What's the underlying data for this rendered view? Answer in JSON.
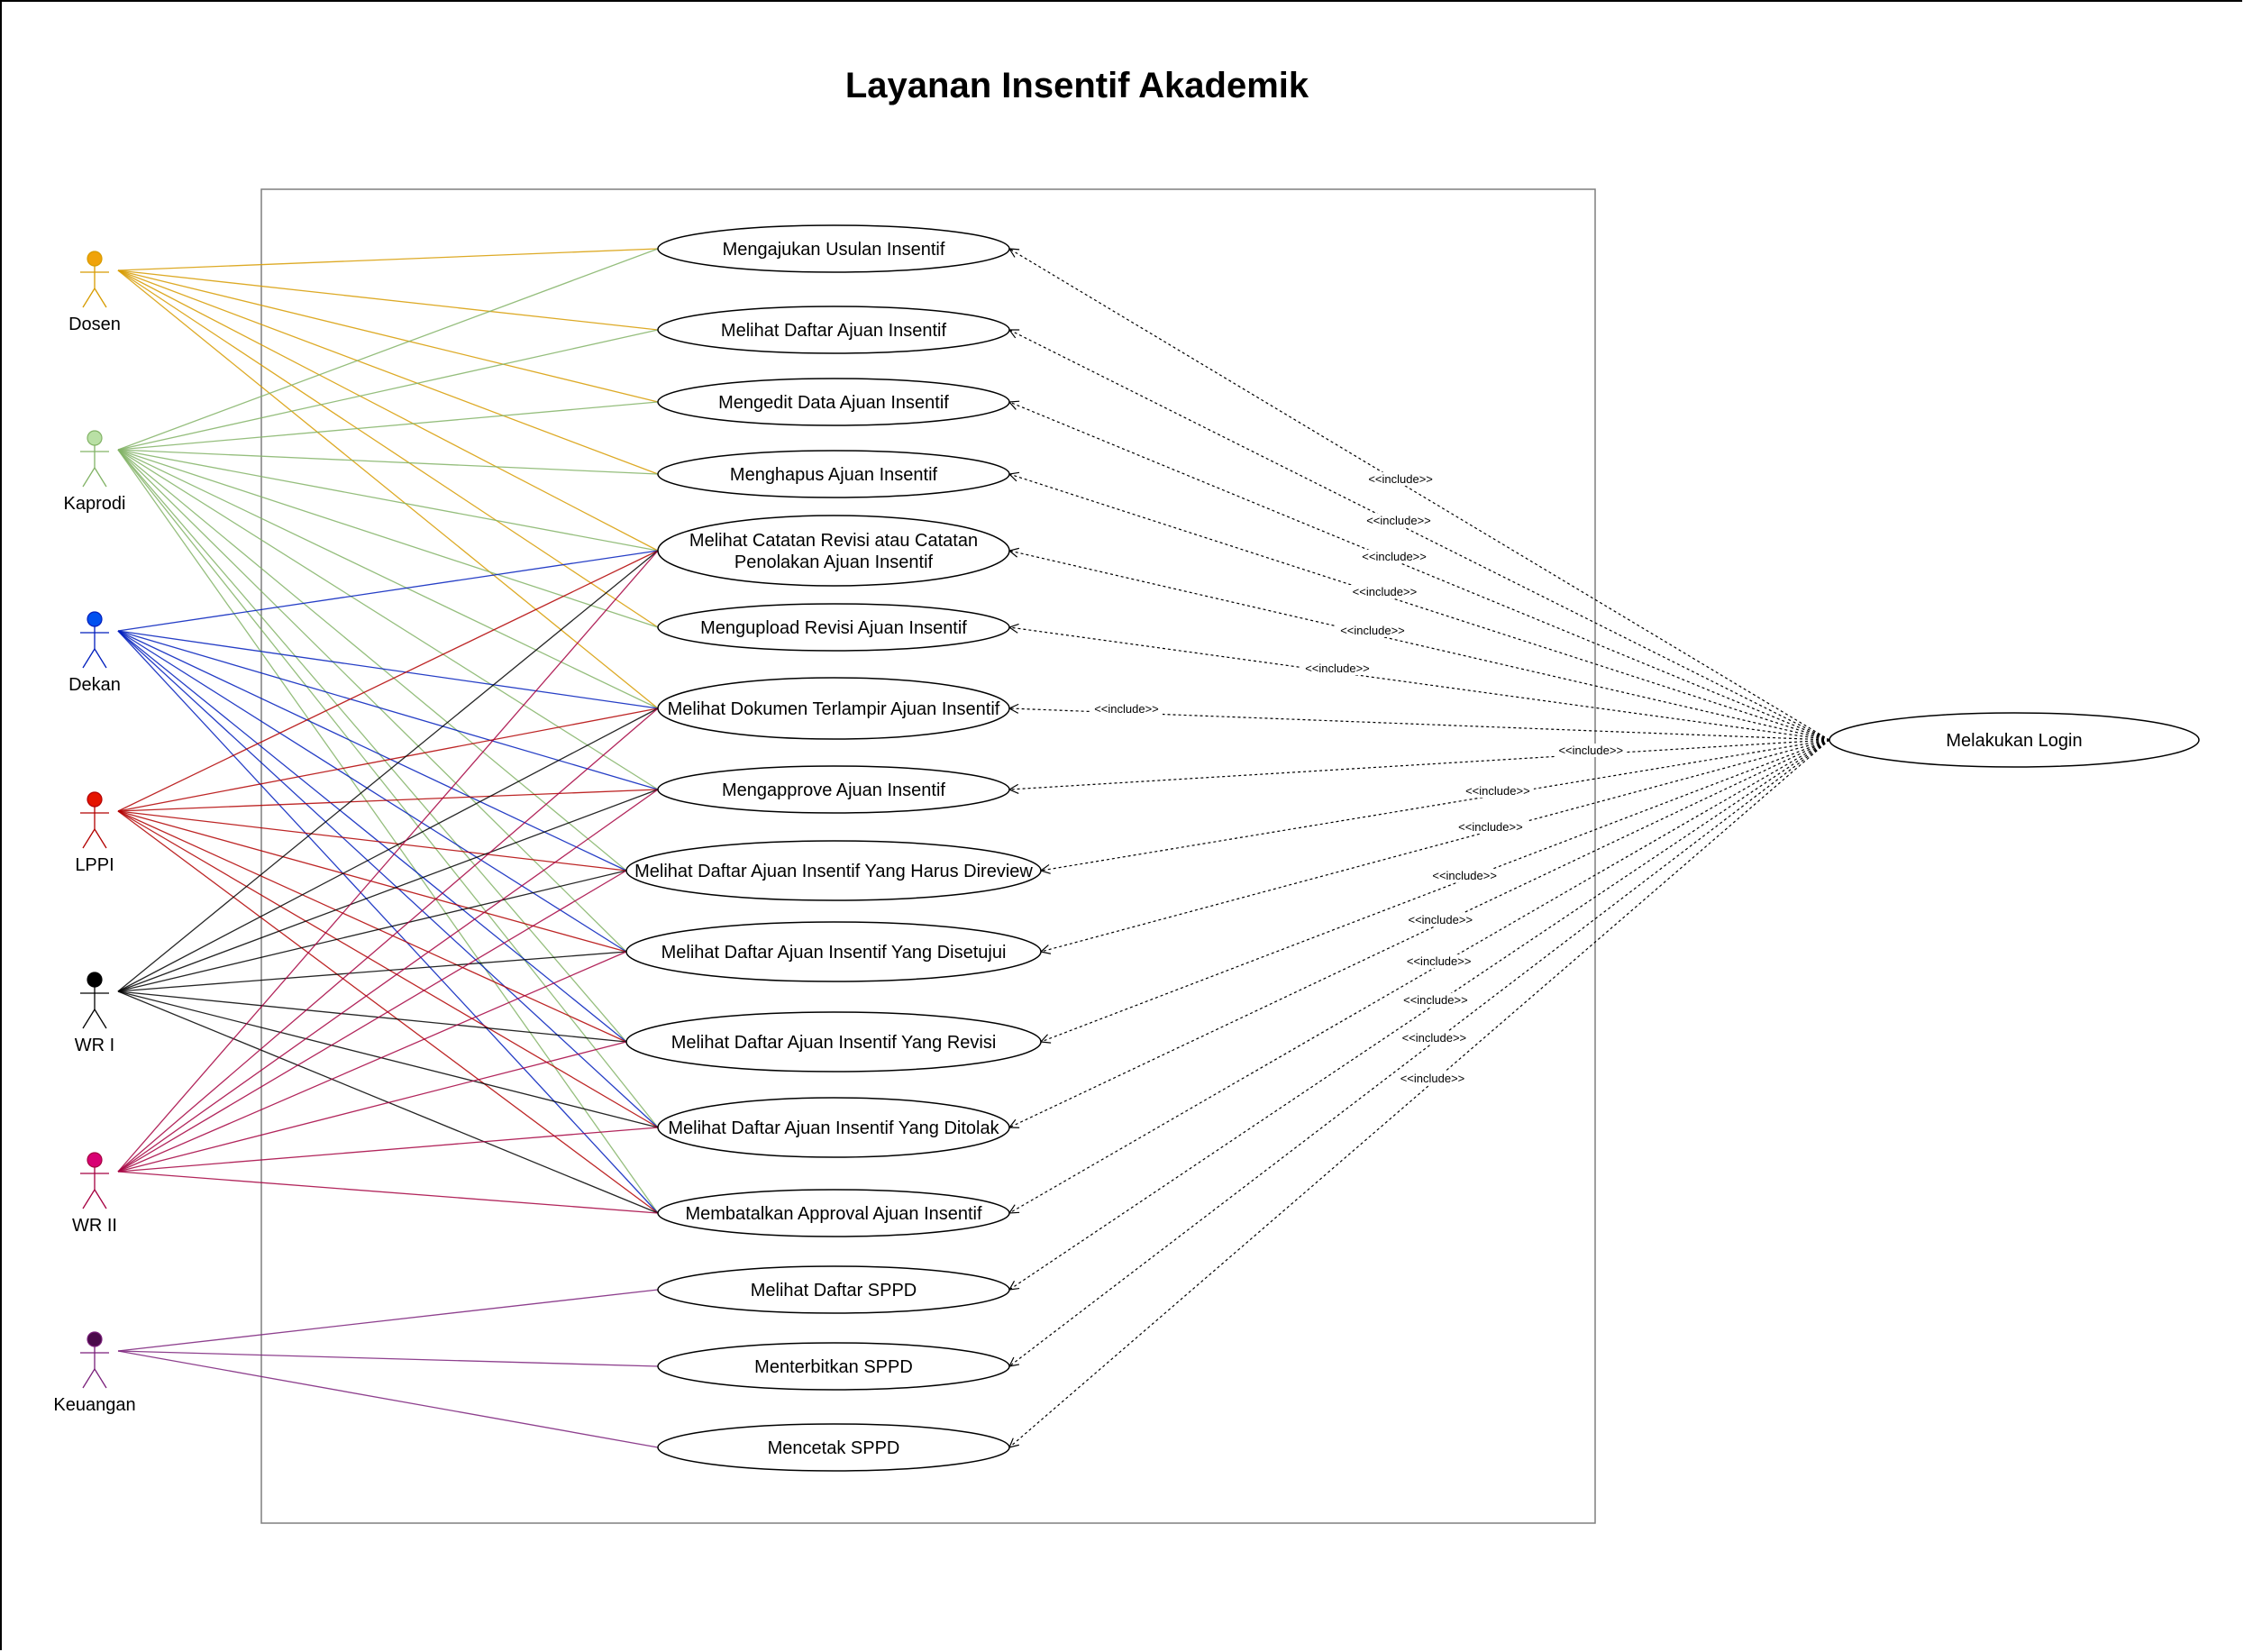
{
  "diagram": {
    "title": "Layanan Insentif Akademik",
    "include_label": "<<include>>"
  },
  "actors": [
    {
      "key": "dosen",
      "label": "Dosen",
      "color": "#d79b00",
      "head": "#f0a30a"
    },
    {
      "key": "kaprodi",
      "label": "Kaprodi",
      "color": "#82b366",
      "head": "#b9e0a5"
    },
    {
      "key": "dekan",
      "label": "Dekan",
      "color": "#001dbc",
      "head": "#0050ef"
    },
    {
      "key": "lppi",
      "label": "LPPI",
      "color": "#b20000",
      "head": "#e51400"
    },
    {
      "key": "wr1",
      "label": "WR I",
      "color": "#000000",
      "head": "#000000"
    },
    {
      "key": "wr2",
      "label": "WR II",
      "color": "#a50040",
      "head": "#d80073"
    },
    {
      "key": "keuangan",
      "label": "Keuangan",
      "color": "#7a1f7a",
      "head": "#4b0a4b"
    }
  ],
  "use_cases": [
    {
      "key": "uc1",
      "label": "Mengajukan Usulan Insentif"
    },
    {
      "key": "uc2",
      "label": "Melihat Daftar Ajuan Insentif"
    },
    {
      "key": "uc3",
      "label": "Mengedit Data Ajuan Insentif"
    },
    {
      "key": "uc4",
      "label": "Menghapus Ajuan Insentif"
    },
    {
      "key": "uc5",
      "label": "Melihat Catatan Revisi atau Catatan Penolakan Ajuan Insentif"
    },
    {
      "key": "uc6",
      "label": "Mengupload Revisi Ajuan Insentif"
    },
    {
      "key": "uc7",
      "label": "Melihat Dokumen Terlampir Ajuan Insentif"
    },
    {
      "key": "uc8",
      "label": "Mengapprove Ajuan Insentif"
    },
    {
      "key": "uc9",
      "label": "Melihat Daftar Ajuan Insentif Yang Harus Direview"
    },
    {
      "key": "uc10",
      "label": "Melihat Daftar Ajuan Insentif Yang Disetujui"
    },
    {
      "key": "uc11",
      "label": "Melihat Daftar Ajuan Insentif Yang Revisi"
    },
    {
      "key": "uc12",
      "label": "Melihat Daftar Ajuan Insentif Yang Ditolak"
    },
    {
      "key": "uc13",
      "label": "Membatalkan Approval Ajuan Insentif"
    },
    {
      "key": "uc14",
      "label": "Melihat Daftar SPPD"
    },
    {
      "key": "uc15",
      "label": "Menterbitkan SPPD"
    },
    {
      "key": "uc16",
      "label": "Mencetak SPPD"
    }
  ],
  "login": {
    "key": "login",
    "label": "Melakukan Login"
  },
  "associations": [
    {
      "actor": "dosen",
      "to": [
        "uc1",
        "uc2",
        "uc3",
        "uc4",
        "uc5",
        "uc6",
        "uc7"
      ]
    },
    {
      "actor": "kaprodi",
      "to": [
        "uc1",
        "uc2",
        "uc3",
        "uc4",
        "uc5",
        "uc6",
        "uc7",
        "uc8",
        "uc9",
        "uc10",
        "uc11",
        "uc12",
        "uc13"
      ]
    },
    {
      "actor": "dekan",
      "to": [
        "uc5",
        "uc7",
        "uc8",
        "uc9",
        "uc10",
        "uc11",
        "uc12",
        "uc13"
      ]
    },
    {
      "actor": "lppi",
      "to": [
        "uc5",
        "uc7",
        "uc8",
        "uc9",
        "uc10",
        "uc11",
        "uc12",
        "uc13"
      ]
    },
    {
      "actor": "wr1",
      "to": [
        "uc5",
        "uc7",
        "uc8",
        "uc9",
        "uc10",
        "uc11",
        "uc12",
        "uc13"
      ]
    },
    {
      "actor": "wr2",
      "to": [
        "uc5",
        "uc7",
        "uc8",
        "uc9",
        "uc10",
        "uc11",
        "uc12",
        "uc13"
      ]
    },
    {
      "actor": "keuangan",
      "to": [
        "uc14",
        "uc15",
        "uc16"
      ]
    }
  ],
  "includes": [
    "uc1",
    "uc2",
    "uc3",
    "uc4",
    "uc5",
    "uc6",
    "uc7",
    "uc8",
    "uc9",
    "uc10",
    "uc11",
    "uc12",
    "uc13",
    "uc14",
    "uc15",
    "uc16"
  ]
}
